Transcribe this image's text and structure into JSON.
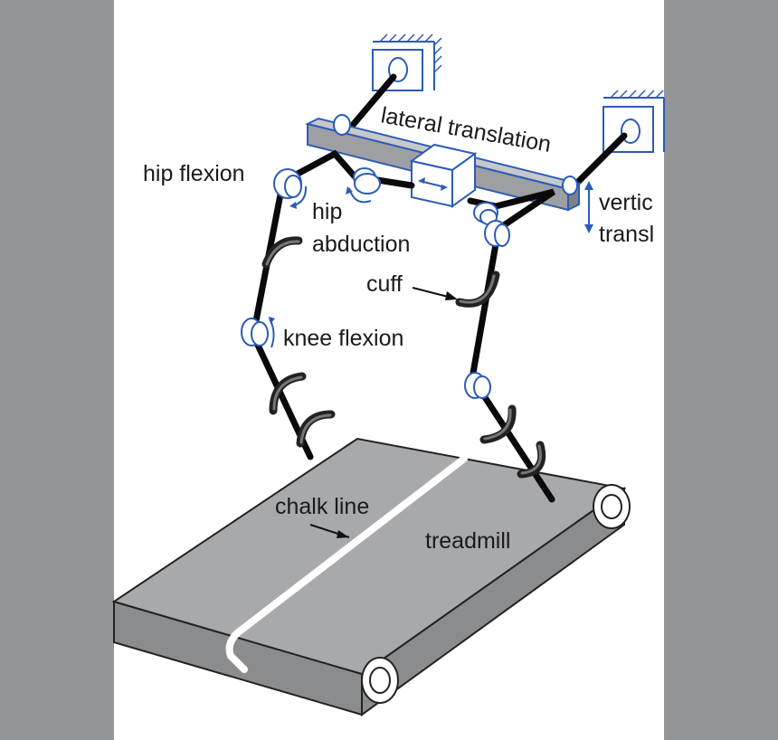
{
  "labels": {
    "lateral_translation": "lateral translation",
    "vertical_translation_line1": "vertic",
    "vertical_translation_line2": "transl",
    "hip_flexion": "hip flexion",
    "hip_abduction_line1": "hip",
    "hip_abduction_line2": "abduction",
    "cuff": "cuff",
    "knee_flexion": "knee flexion",
    "chalk_line": "chalk line",
    "treadmill": "treadmill"
  },
  "colors": {
    "side_panels": "#939597",
    "treadmill_top": "#a7a9ac",
    "treadmill_side": "#8a8c8e",
    "beam": "#9d9fa2",
    "joint_outline": "#2c5bb7",
    "legs": "#0a0a0a"
  }
}
